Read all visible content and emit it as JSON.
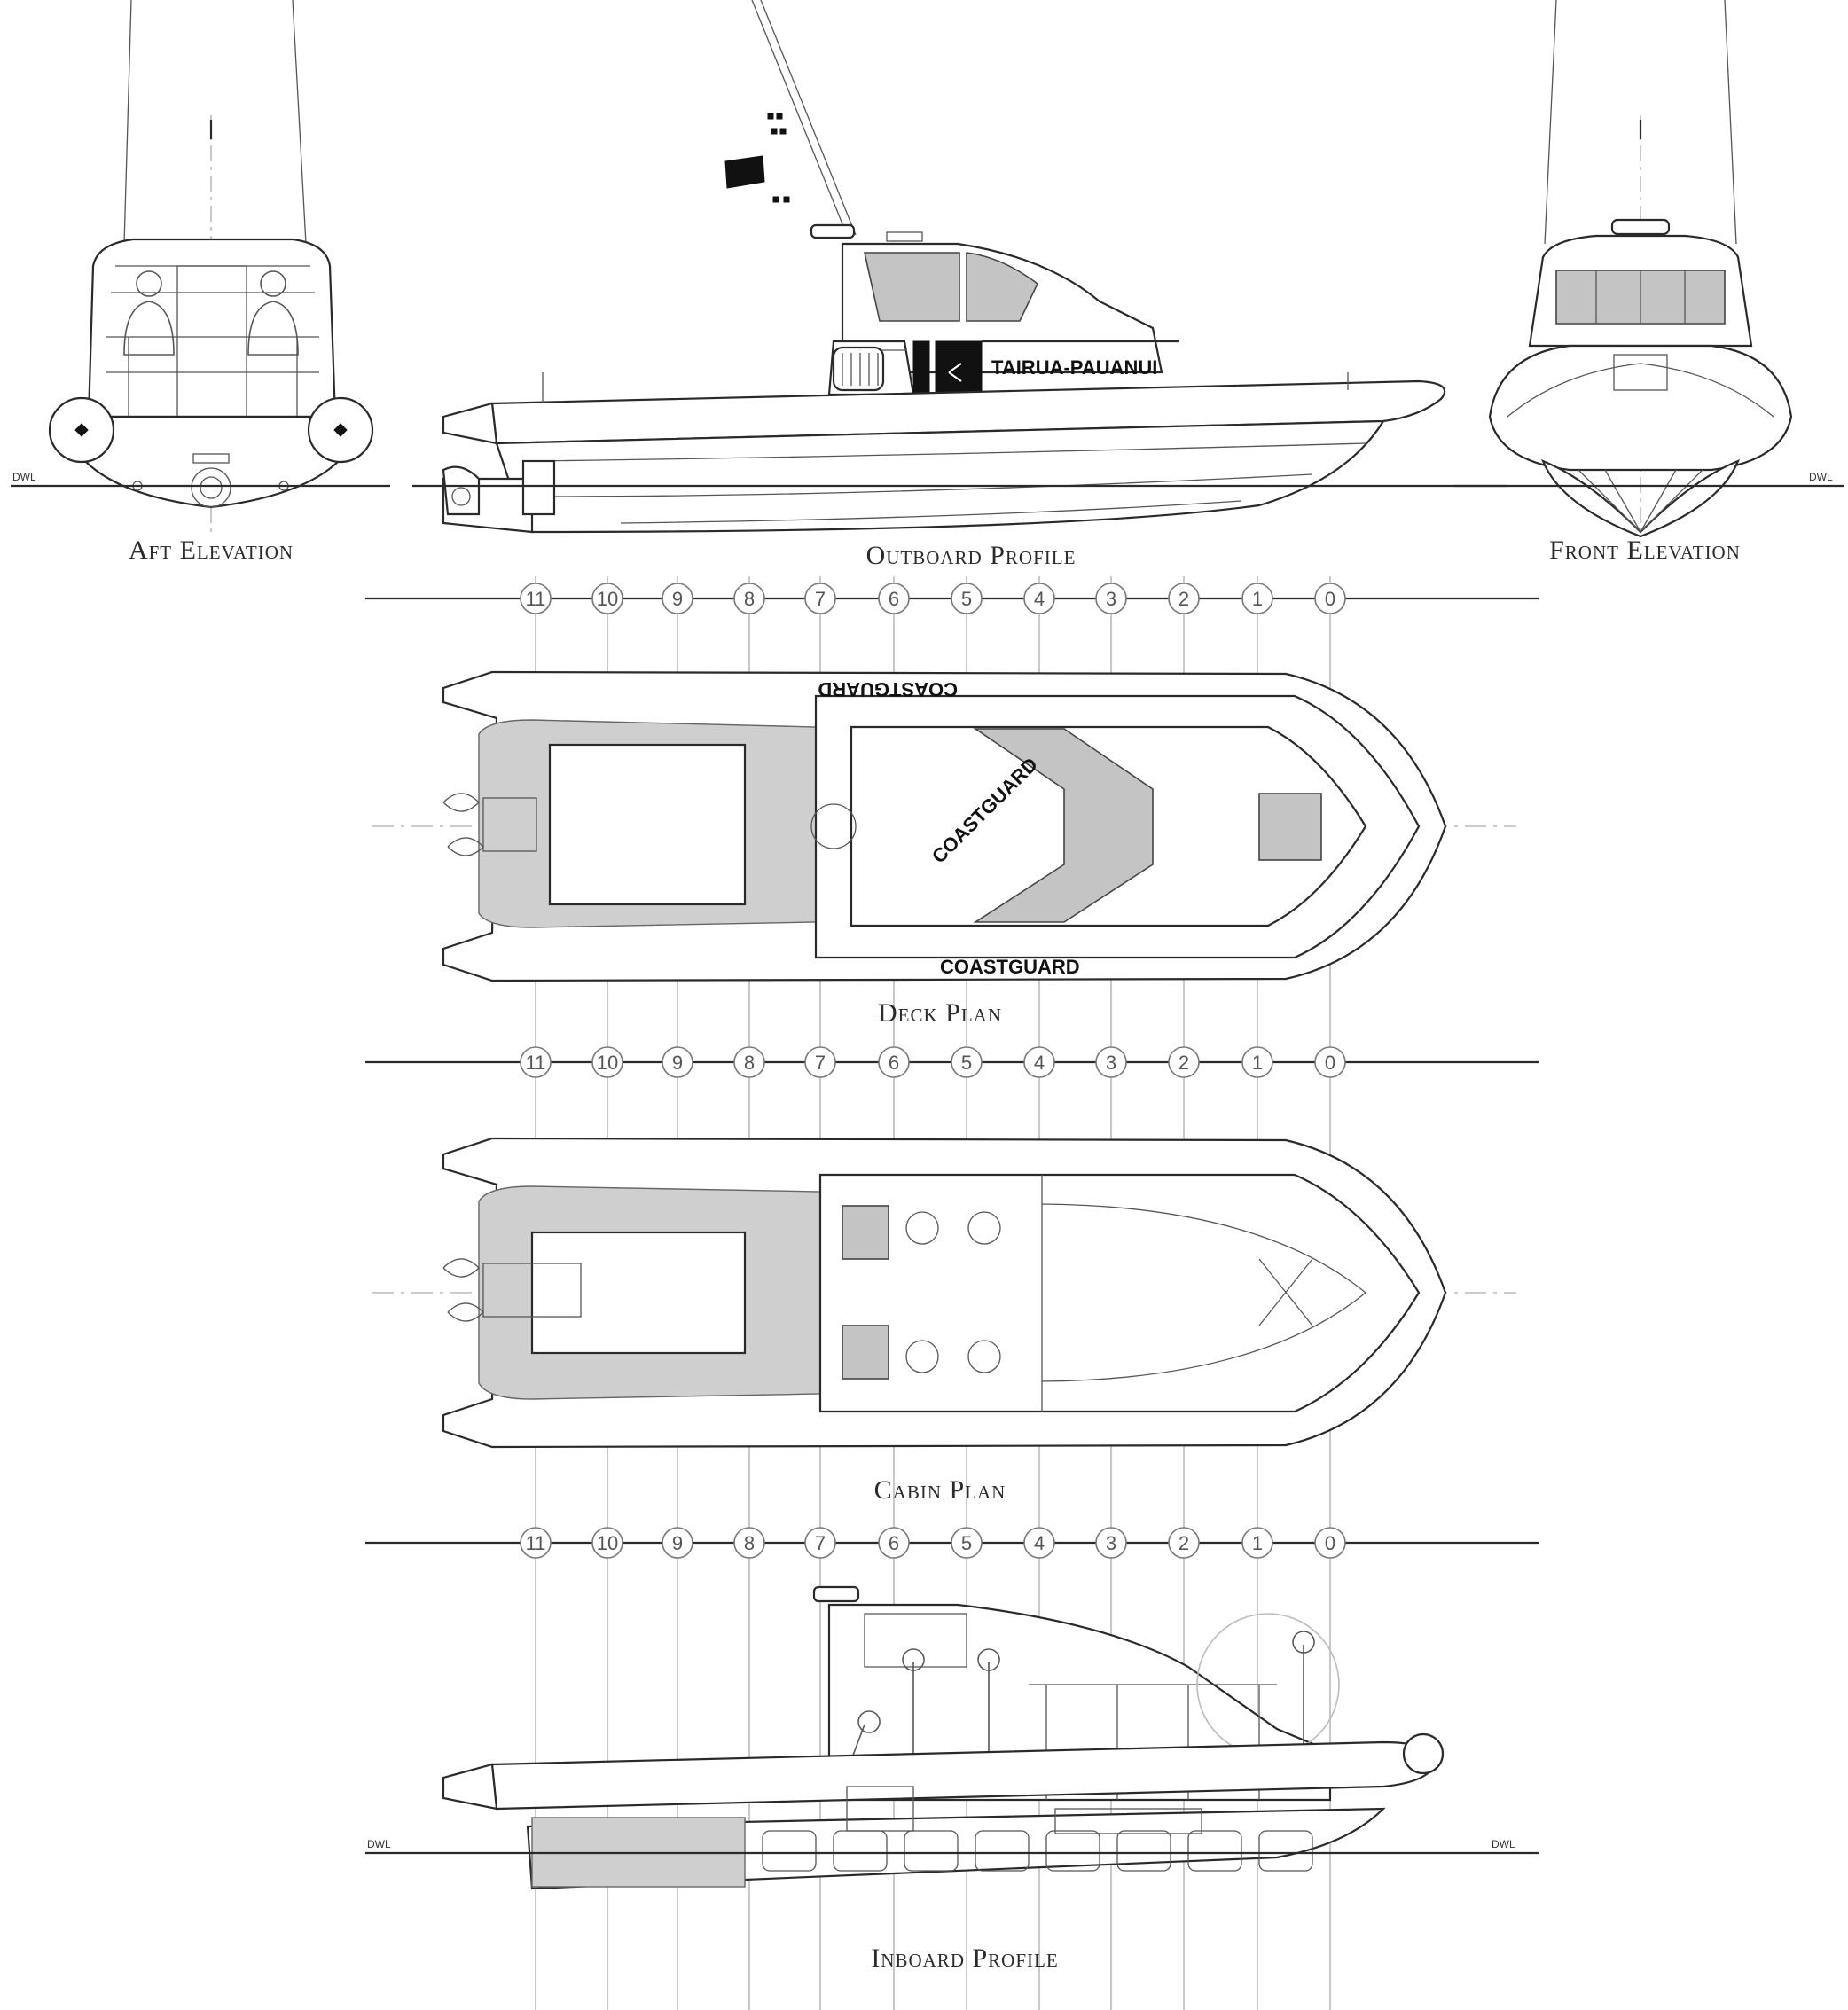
{
  "views": {
    "aft_elevation": "Aft Elevation",
    "outboard_profile": "Outboard Profile",
    "front_elevation": "Front Elevation",
    "deck_plan": "Deck Plan",
    "cabin_plan": "Cabin Plan",
    "inboard_profile": "Inboard Profile"
  },
  "hull_markings": {
    "name": "TAIRUA-PAUANUI",
    "coastguard": "COASTGUARD"
  },
  "waterline_label": "DWL",
  "stations": [
    "11",
    "10",
    "9",
    "8",
    "7",
    "6",
    "5",
    "4",
    "3",
    "2",
    "1",
    "0"
  ],
  "colors": {
    "line": "#2a2a2a",
    "grid": "#bbbbbb",
    "hatch": "#cfcfcf",
    "flag": "#111111"
  }
}
